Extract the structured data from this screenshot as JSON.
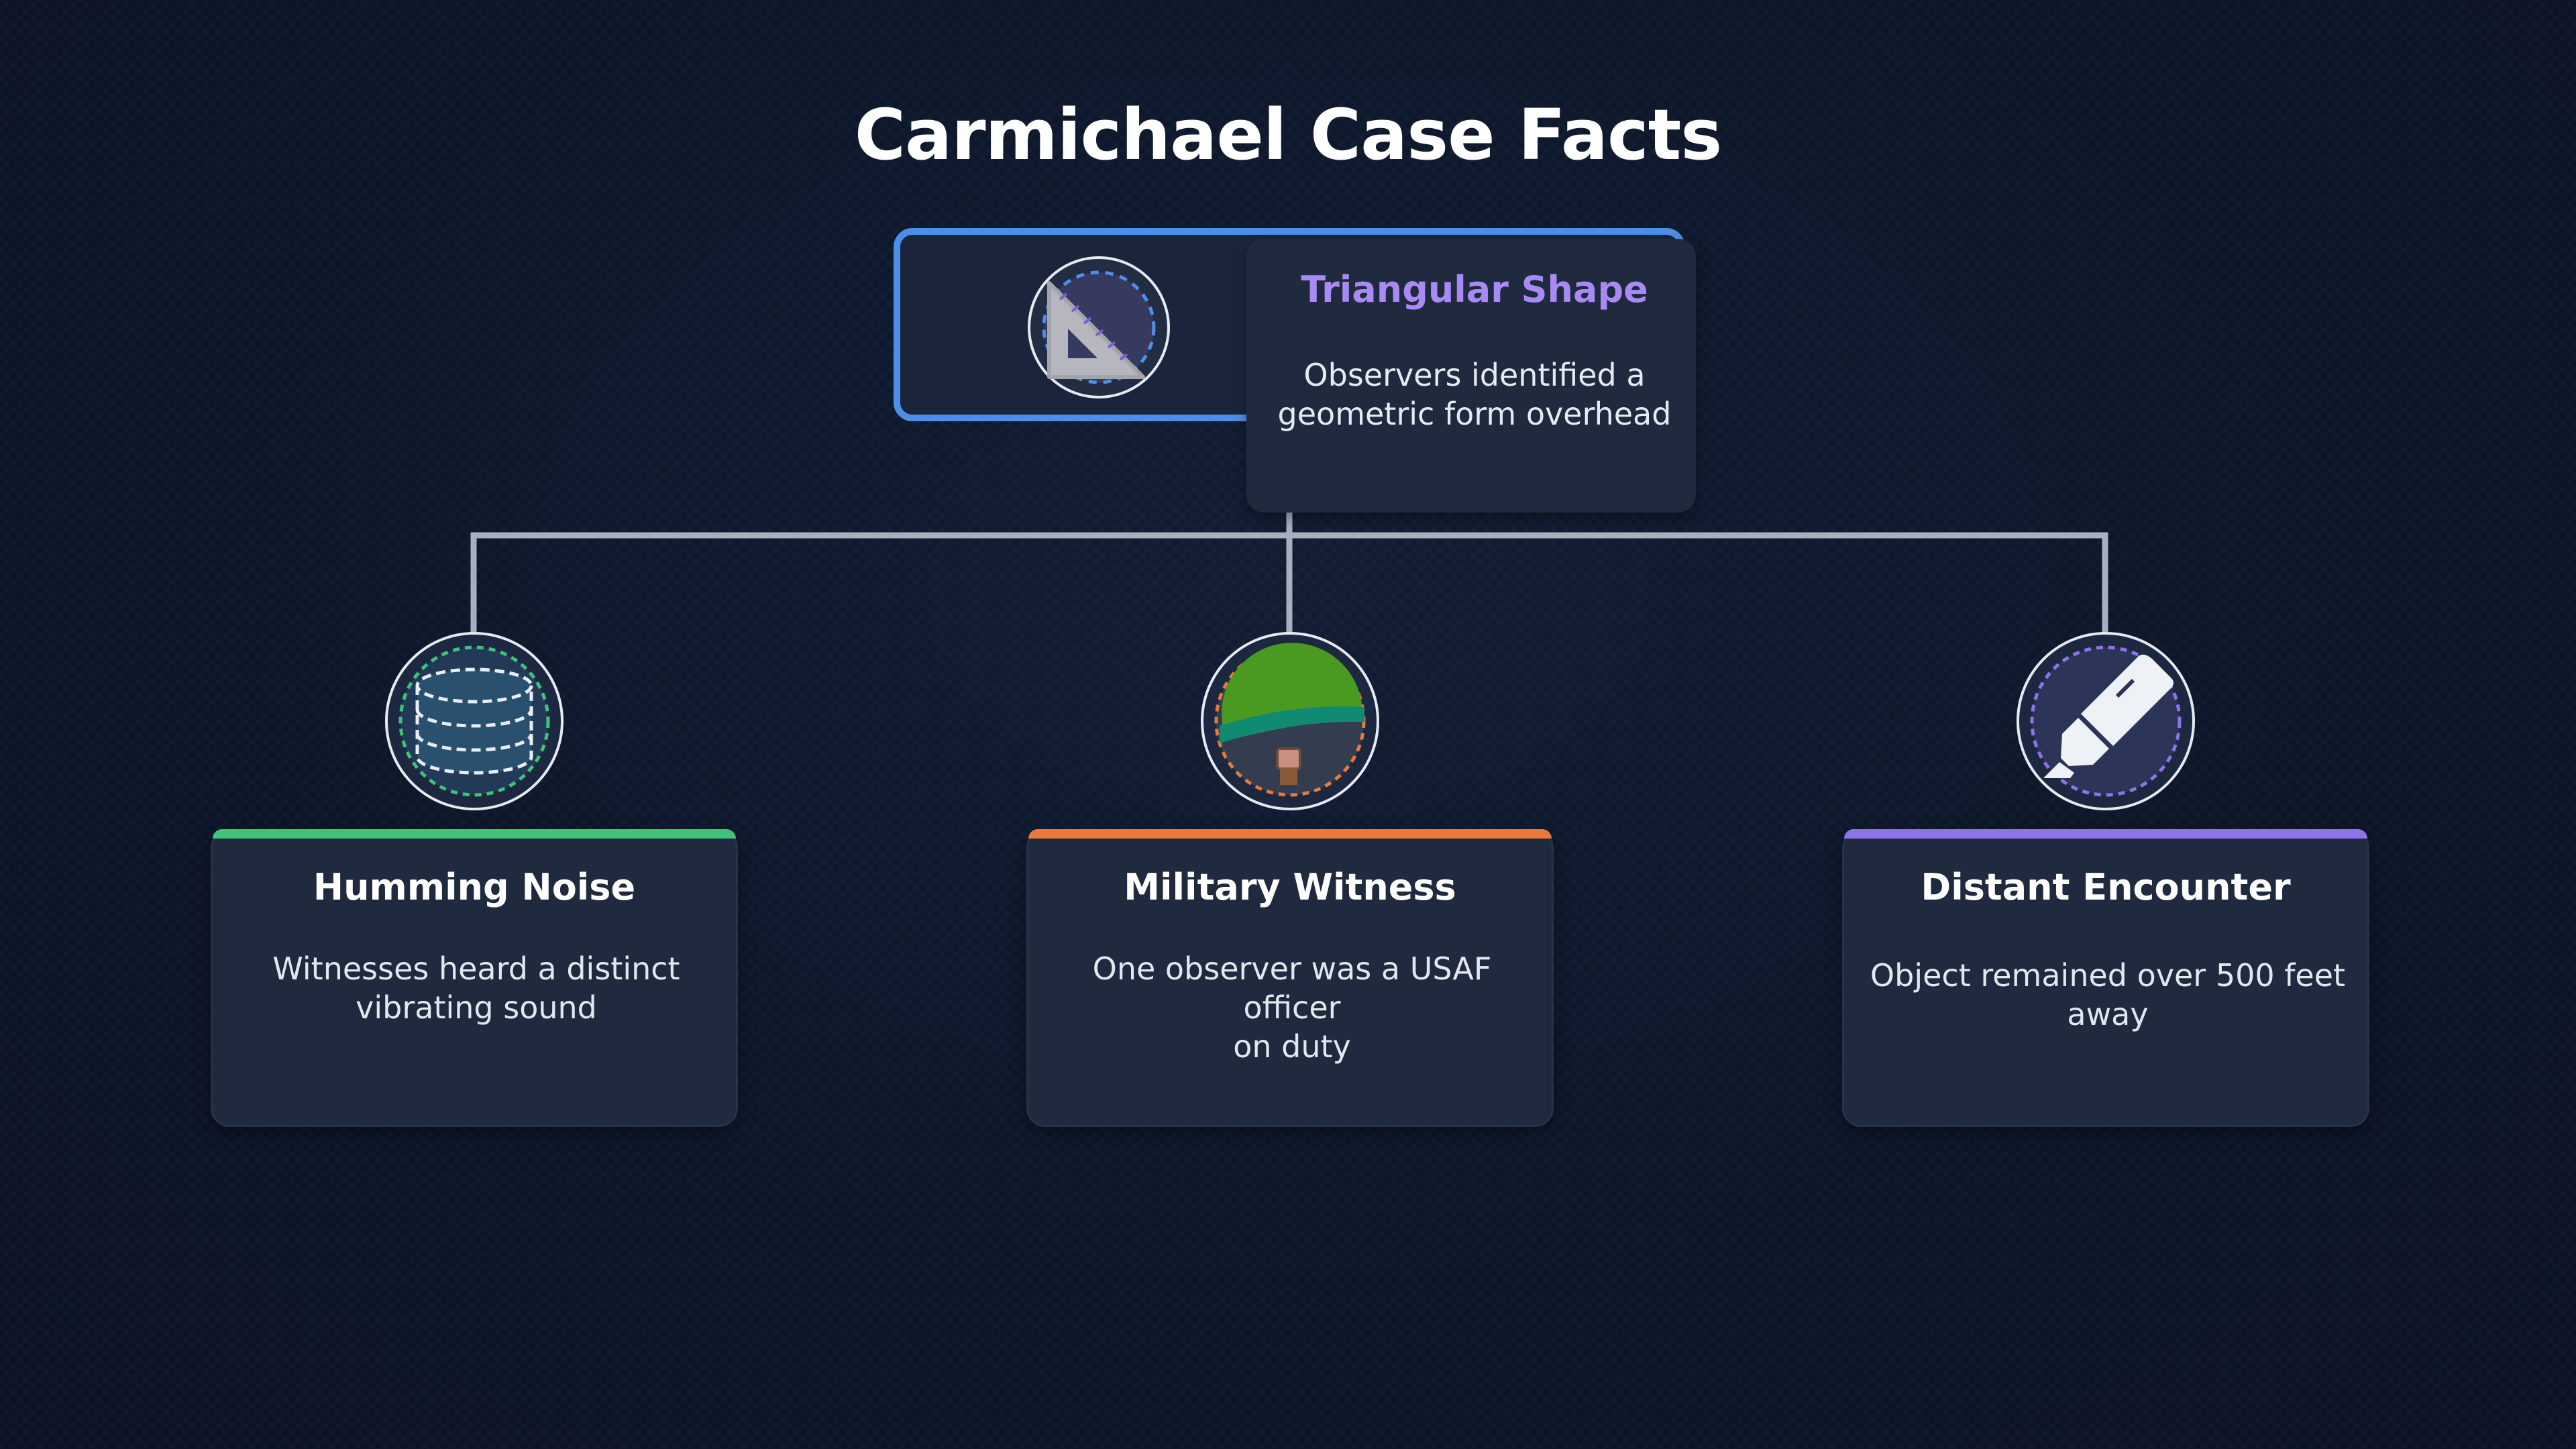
{
  "title": "Carmichael Case Facts",
  "colors": {
    "background": "#0d1629",
    "top_border": "#4d8fe8",
    "accent_purple": "#a98af5",
    "accent_green": "#3fc27a",
    "accent_orange": "#e8793a",
    "accent_violet": "#8b74e8",
    "connector": "#a7b0bf"
  },
  "top": {
    "heading": "Triangular Shape",
    "desc_line1": "Observers identified a",
    "desc_line2": "geometric form overhead",
    "icon": "set-square-icon"
  },
  "cards": [
    {
      "heading": "Humming Noise",
      "desc_line1": "Witnesses heard a distinct",
      "desc_line2": "vibrating sound",
      "icon": "database-icon",
      "accent": "#3fc27a"
    },
    {
      "heading": "Military Witness",
      "desc_line1": "One observer was a USAF officer",
      "desc_line2": "on duty",
      "icon": "military-helmet-icon",
      "accent": "#e8793a"
    },
    {
      "heading": "Distant Encounter",
      "desc_line1": "Object remained over 500 feet away",
      "desc_line2": "",
      "icon": "highlighter-icon",
      "accent": "#8b74e8"
    }
  ]
}
